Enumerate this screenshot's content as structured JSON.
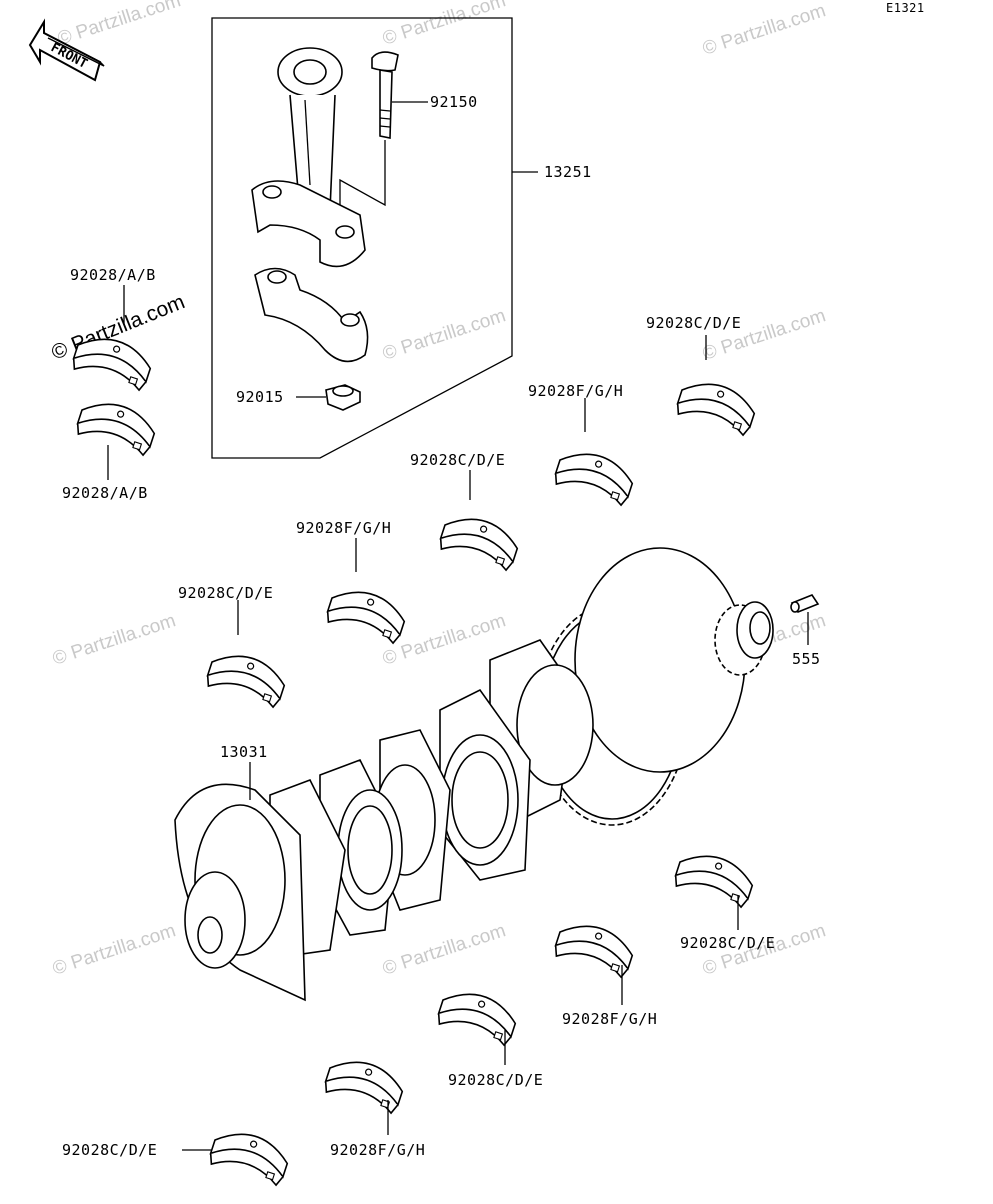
{
  "diagram_code": "E1321",
  "front_label": "FRONT",
  "watermark": "© Partzilla.com",
  "labels": {
    "p92150": "92150",
    "p13251": "13251",
    "p92015": "92015",
    "p92028ab_top": "92028/A/B",
    "p92028ab_bottom": "92028/A/B",
    "p92028cde_1": "92028C/D/E",
    "p92028fgh_1": "92028F/G/H",
    "p92028cde_2": "92028C/D/E",
    "p92028fgh_2": "92028F/G/H",
    "p92028cde_3": "92028C/D/E",
    "p555": "555",
    "p13031": "13031",
    "p92028cde_4": "92028C/D/E",
    "p92028fgh_3": "92028F/G/H",
    "p92028cde_5": "92028C/D/E",
    "p92028fgh_4": "92028F/G/H",
    "p92028cde_6": "92028C/D/E"
  }
}
